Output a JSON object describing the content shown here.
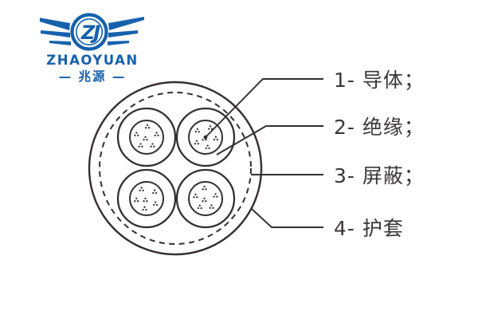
{
  "page": {
    "background_color": "#ffffff"
  },
  "logo": {
    "monogram": "ZJ",
    "company_en": "ZHAOYUAN",
    "company_cn": "— 兆源 —",
    "brand_color": "#1661ac"
  },
  "diagram": {
    "kind": "cable-cross-section",
    "line_color": "#342e2f",
    "label_color": "#3c3637",
    "labels": [
      {
        "text": "1- 导体；"
      },
      {
        "text": "2- 绝缘；"
      },
      {
        "text": "3- 屏蔽；"
      },
      {
        "text": "4- 护套"
      }
    ]
  }
}
